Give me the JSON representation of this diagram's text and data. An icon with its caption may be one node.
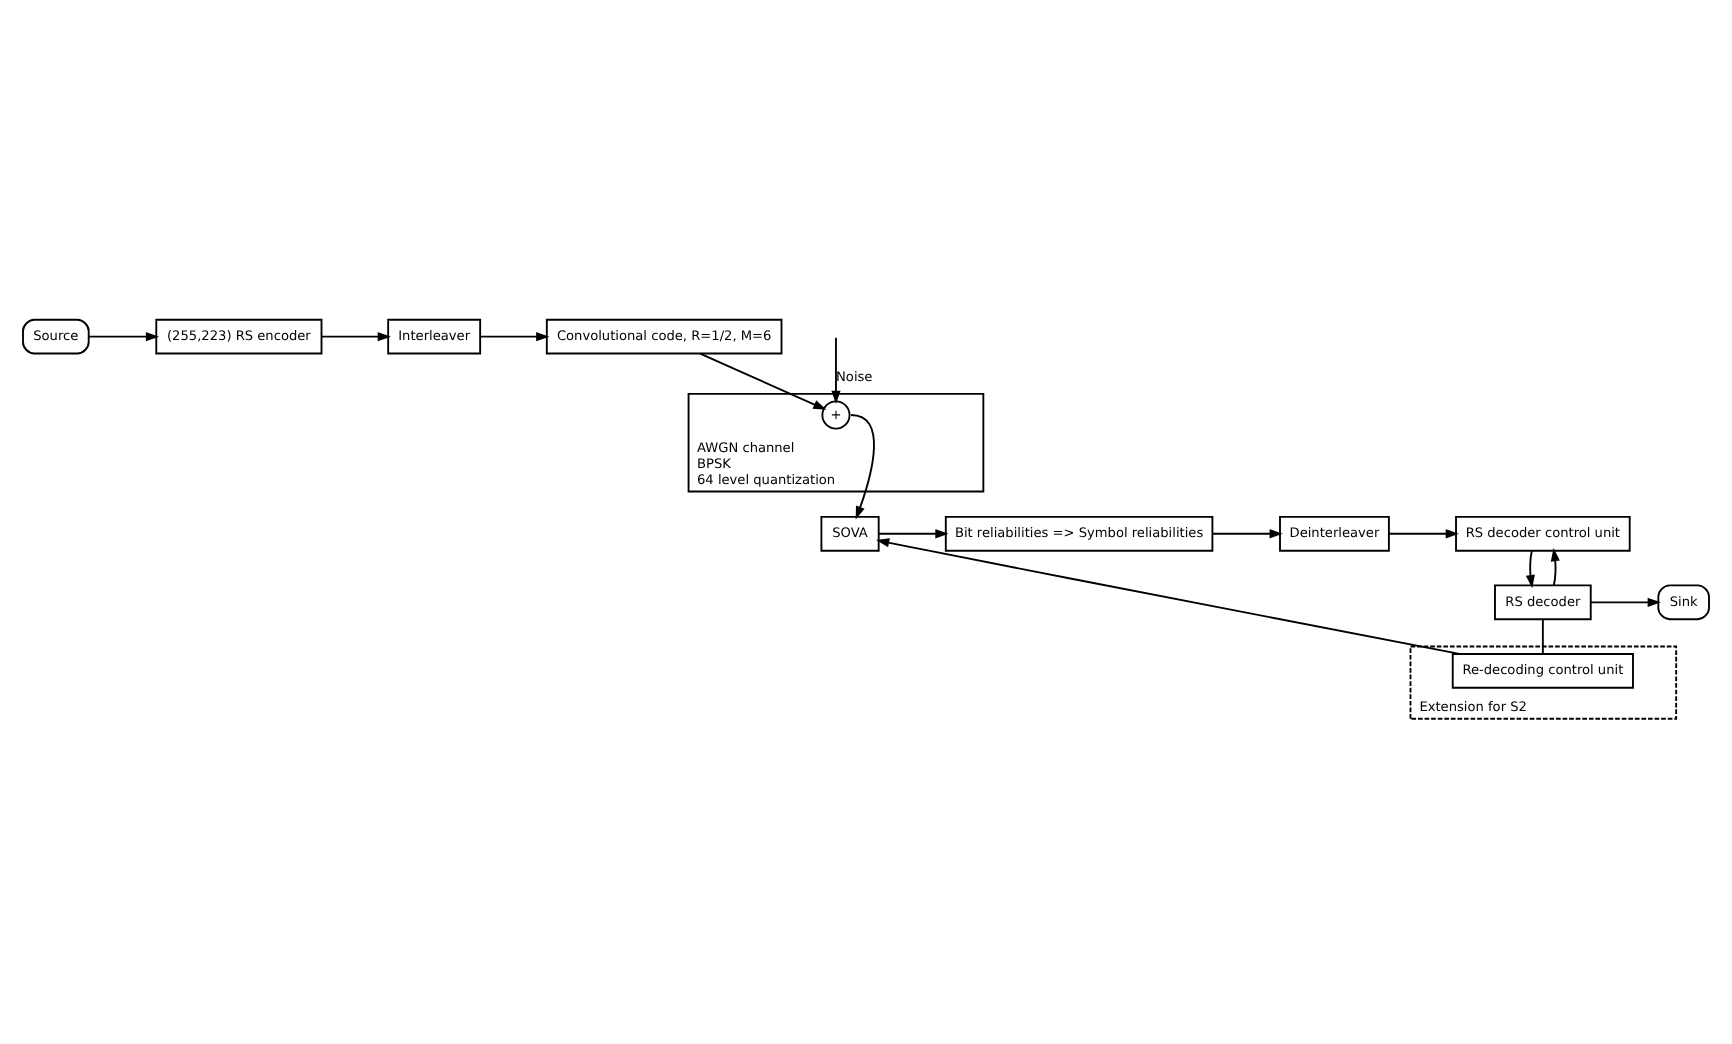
{
  "diagram": {
    "nodes": [
      {
        "text": [
          "Source"
        ]
      },
      {
        "text": [
          "(255,223) RS encoder"
        ]
      },
      {
        "text": [
          "Interleaver"
        ]
      },
      {
        "text": [
          "Convolutional code, R=1/2, M=6"
        ]
      },
      {
        "text": [
          "AWGN channel",
          "BPSK",
          "64 level quantization"
        ]
      },
      {
        "text": [
          "+"
        ],
        "in": 4,
        "beside": [
          "Noise"
        ]
      },
      {
        "text": [
          "SOVA"
        ]
      },
      {
        "text": [
          "Bit reliabilities => Symbol reliabilities"
        ]
      },
      {
        "text": [
          "Deinterleaver"
        ]
      },
      {
        "text": [
          "RS decoder control unit"
        ]
      },
      {
        "text": [
          "Sink"
        ]
      },
      {
        "text": [
          "RS decoder"
        ]
      },
      {
        "text": [
          "Extension for S2"
        ]
      },
      {
        "text": [
          "Re-decoding control unit"
        ],
        "in": 12
      }
    ],
    "edges": [
      {
        "from": 0,
        "to": 1,
        "arrow": "to"
      },
      {
        "from": 1,
        "to": 2,
        "arrow": "to"
      },
      {
        "from": 2,
        "to": 3,
        "arrow": "to"
      },
      {
        "from": 3,
        "to": 5,
        "arrow": "to"
      },
      {
        "from": null,
        "to": 5,
        "arrow": "to"
      },
      {
        "from": 5,
        "to": 6,
        "arrow": "to"
      },
      {
        "from": 6,
        "to": 7,
        "arrow": "to"
      },
      {
        "from": 7,
        "to": 8,
        "arrow": "to"
      },
      {
        "from": 8,
        "to": 9,
        "arrow": "to"
      },
      {
        "from": 9,
        "to": 11,
        "arrow": "to"
      },
      {
        "from": 11,
        "to": 9,
        "arrow": "to"
      },
      {
        "from": 11,
        "to": 10,
        "arrow": "to"
      },
      {
        "from": 11,
        "to": 13,
        "arrow": "none"
      },
      {
        "from": 13,
        "to": 6,
        "arrow": "to"
      }
    ]
  }
}
